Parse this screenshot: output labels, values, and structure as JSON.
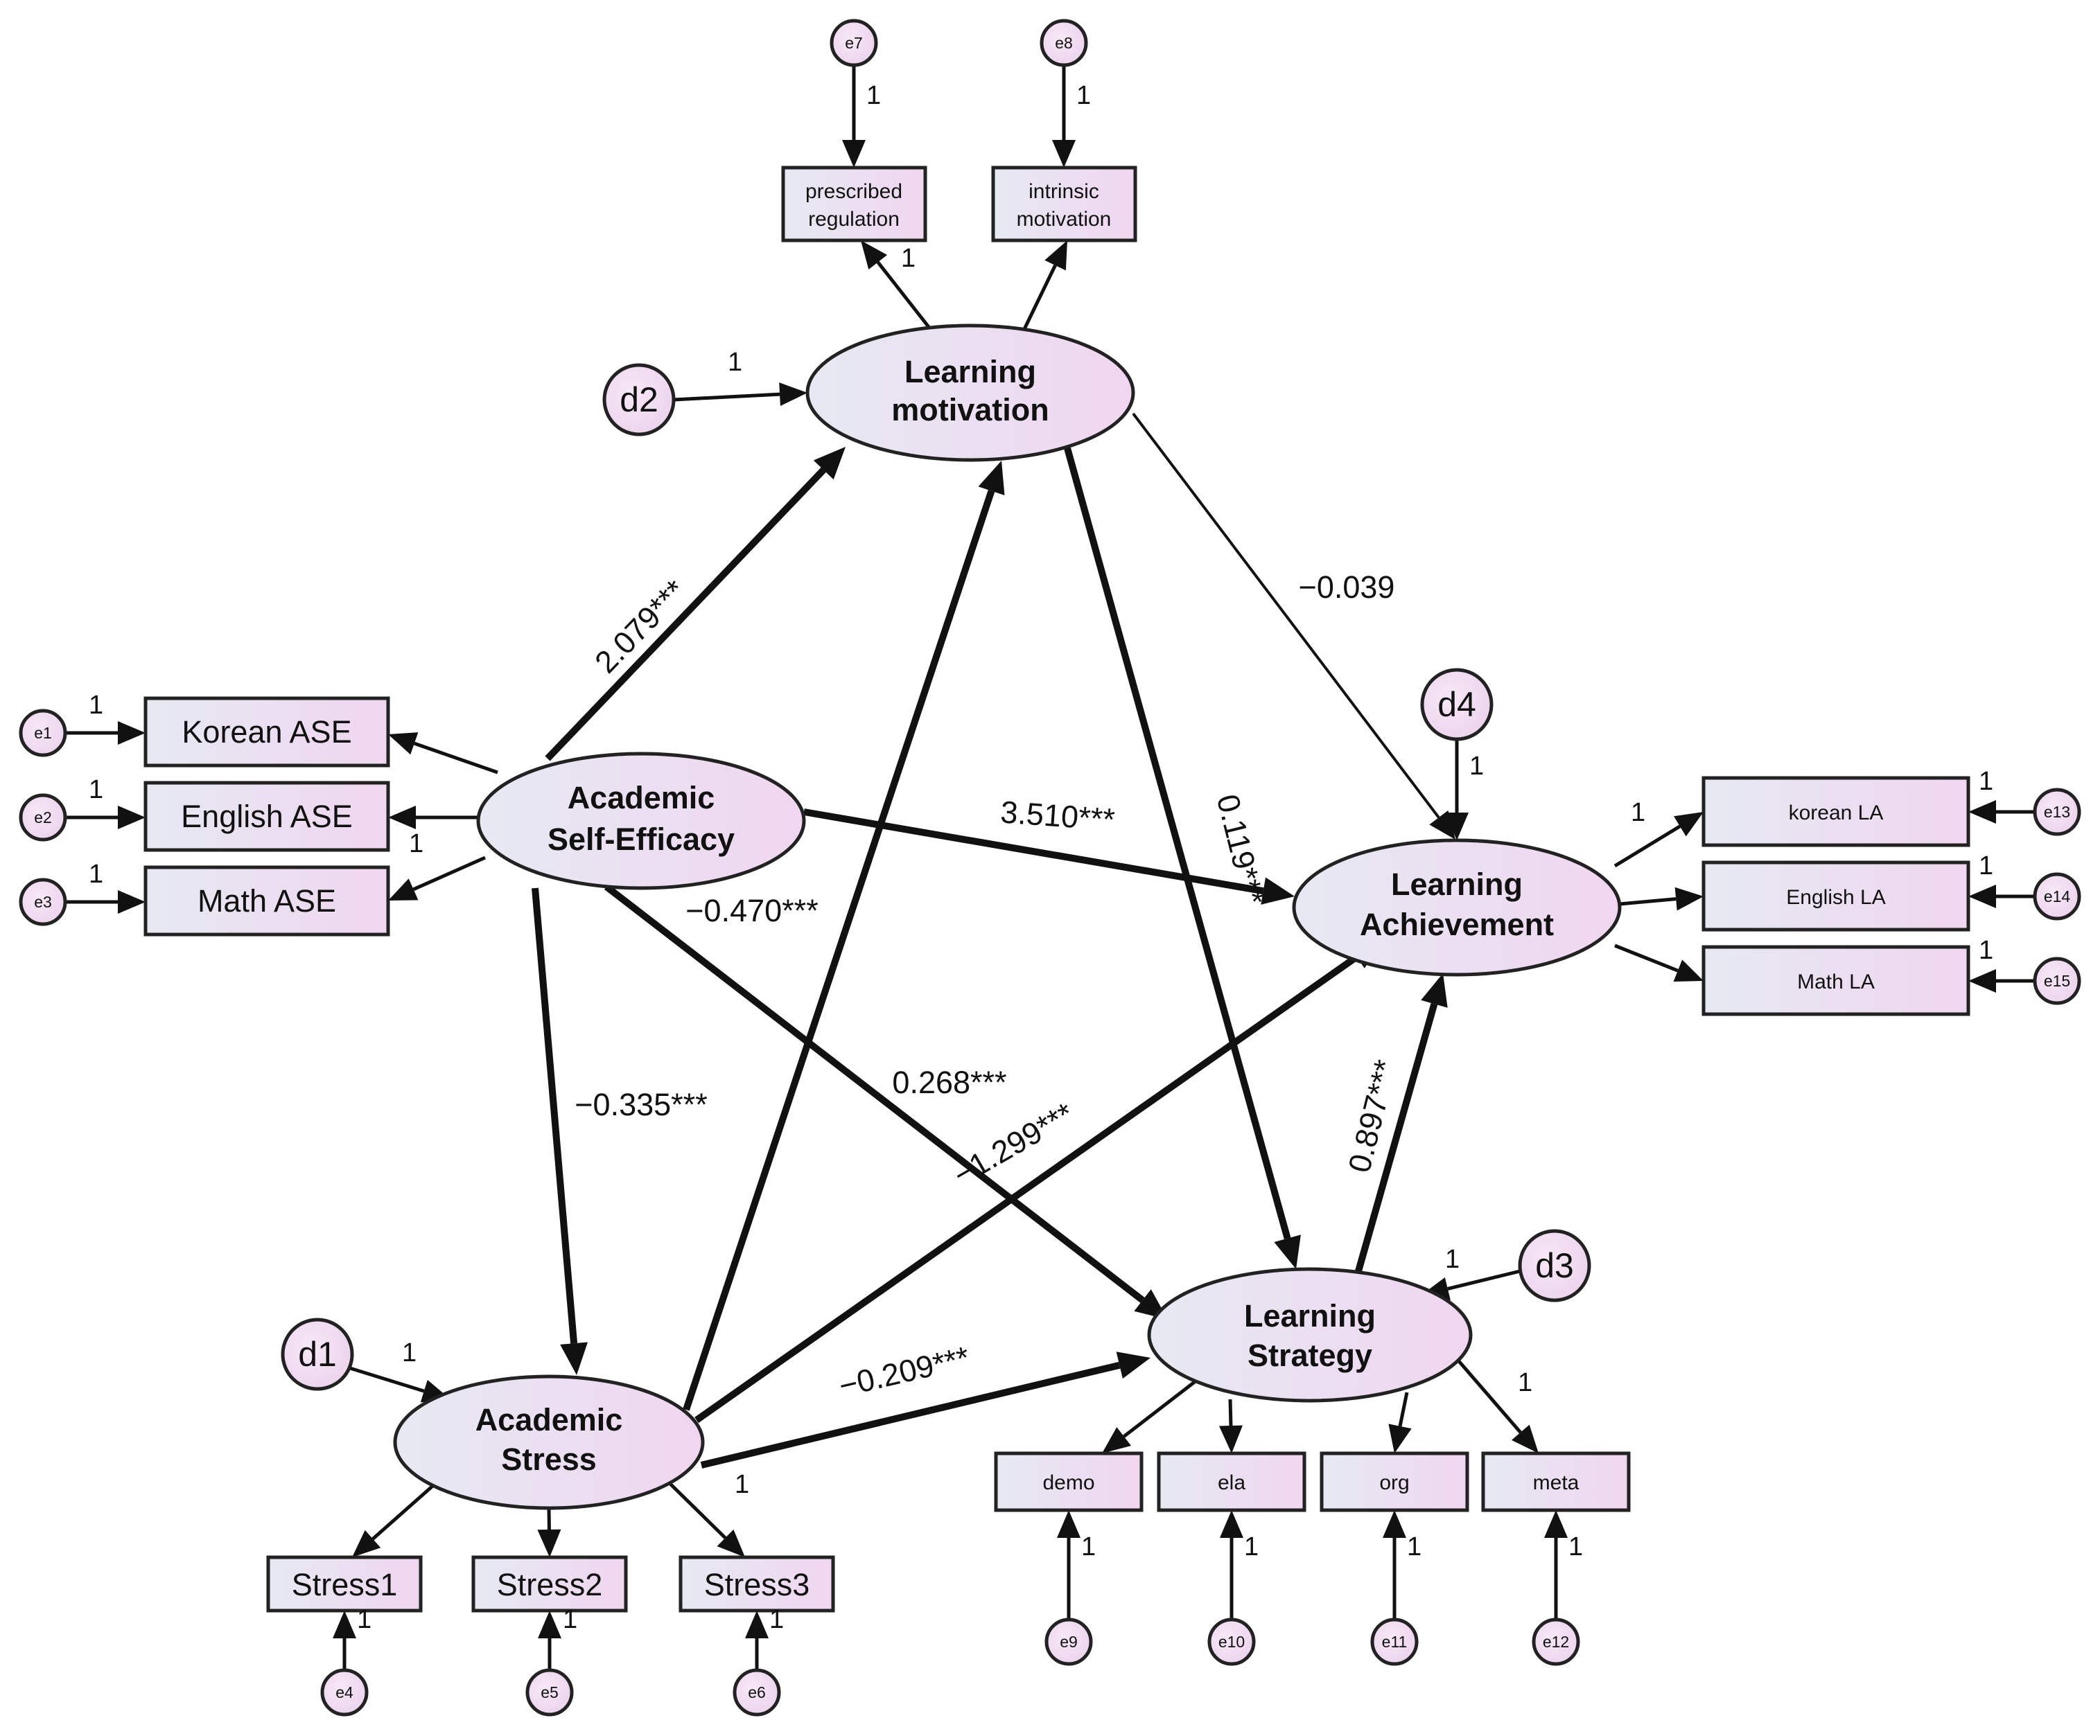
{
  "latent_variables": {
    "ase": [
      "Academic",
      "Self-Efficacy"
    ],
    "lm": [
      "Learning",
      "motivation"
    ],
    "la": [
      "Learning",
      "Achievement"
    ],
    "ls": [
      "Learning",
      "Strategy"
    ],
    "as": [
      "Academic",
      "Stress"
    ]
  },
  "observed_variables": {
    "korean_ase": "Korean ASE",
    "english_ase": "English ASE",
    "math_ase": "Math ASE",
    "prescribed_regulation": [
      "prescribed",
      "regulation"
    ],
    "intrinsic_motivation": [
      "intrinsic",
      "motivation"
    ],
    "korean_la": "korean LA",
    "english_la": "English LA",
    "math_la": "Math LA",
    "demo": "demo",
    "ela": "ela",
    "org": "org",
    "meta": "meta",
    "stress1": "Stress1",
    "stress2": "Stress2",
    "stress3": "Stress3"
  },
  "error_terms": {
    "e1": "e1",
    "e2": "e2",
    "e3": "e3",
    "e4": "e4",
    "e5": "e5",
    "e6": "e6",
    "e7": "e7",
    "e8": "e8",
    "e9": "e9",
    "e10": "e10",
    "e11": "e11",
    "e12": "e12",
    "e13": "e13",
    "e14": "e14",
    "e15": "e15"
  },
  "disturbances": {
    "d1": "d1",
    "d2": "d2",
    "d3": "d3",
    "d4": "d4"
  },
  "fixed_loading_label": "1",
  "path_coefficients": {
    "ase_to_lm": "2.079***",
    "ase_to_la": "3.510***",
    "ase_to_ls": "0.268***",
    "ase_to_as": "−0.335***",
    "as_to_lm": "−0.470***",
    "as_to_la": "−1.299***",
    "as_to_ls": "−0.209***",
    "lm_to_la": "−0.039",
    "lm_to_ls": "0.119***",
    "ls_to_la": "0.897***"
  },
  "colors": {
    "fill_left": "#e6e9f2",
    "fill_right": "#f0d6f0",
    "line": "#111111"
  }
}
